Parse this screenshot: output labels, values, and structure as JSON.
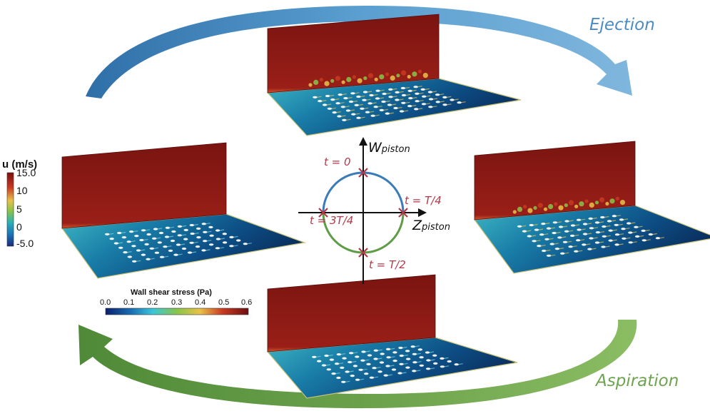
{
  "labels": {
    "ejection": "Ejection",
    "aspiration": "Aspiration"
  },
  "phase_diagram": {
    "axis_w": {
      "main": "W",
      "sub": "piston"
    },
    "axis_z": {
      "main": "Z",
      "sub": "piston"
    },
    "times": [
      "t = 0",
      "t = T/4",
      "t = T/2",
      "t = 3T/4"
    ],
    "colors": {
      "ejection_half": "#3b7bb8",
      "aspiration_half": "#5f9c47",
      "marker": "#b23a48"
    }
  },
  "velocity_colorbar": {
    "title": "u (m/s)",
    "ticks": [
      "15.0",
      "10",
      "5",
      "0",
      "-5.0"
    ]
  },
  "wall_shear_colorbar": {
    "title": "Wall shear stress (Pa)",
    "ticks": [
      "0.0",
      "0.1",
      "0.2",
      "0.3",
      "0.4",
      "0.5",
      "0.6"
    ]
  },
  "colors": {
    "ejection_arrow": "#4a8cc2",
    "aspiration_arrow": "#6ea34f",
    "ejection_text": "#4a8cc2",
    "aspiration_text": "#6ea34f"
  }
}
